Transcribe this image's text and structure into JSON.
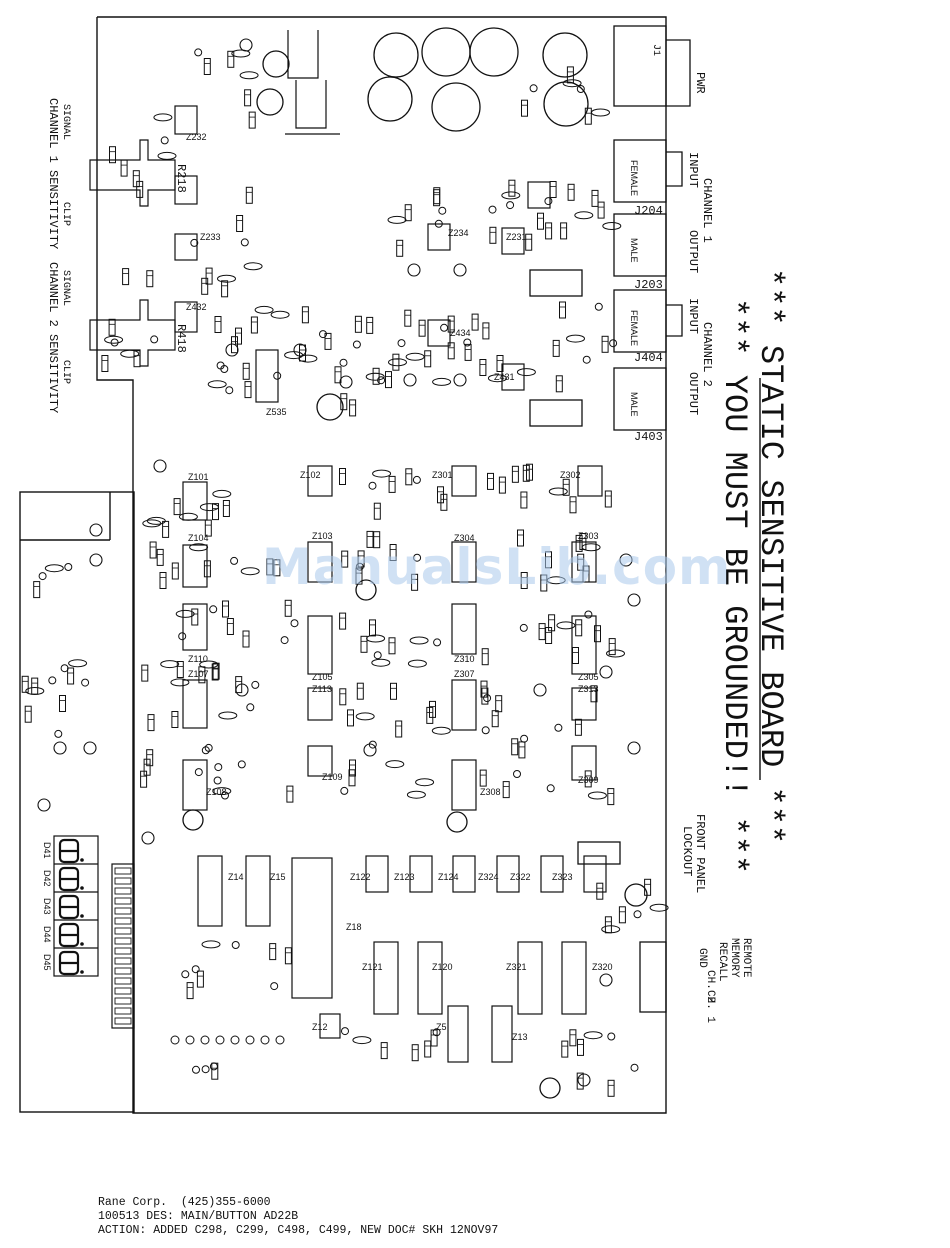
{
  "watermark": "ManualsLib.com",
  "banner": {
    "line1": "*** STATIC SENSITIVE BOARD ***",
    "line2": "*** YOU MUST BE GROUNDED!! ***"
  },
  "connectors": {
    "pwr": "PWR",
    "channel1": "CHANNEL 1",
    "channel2": "CHANNEL 2",
    "input": "INPUT",
    "output": "OUTPUT",
    "j204": "J204",
    "j203": "J203",
    "j404": "J404",
    "j403": "J403",
    "female": "FEMALE",
    "male": "MALE",
    "j1": "J1"
  },
  "side_labels": {
    "ch1_sensitivity": "CHANNEL 1 SENSITIVITY",
    "ch2_sensitivity": "CHANNEL 2 SENSITIVITY",
    "signal": "SIGNAL",
    "clip": "CLIP"
  },
  "right_labels": {
    "front_panel": "FRONT PANEL",
    "lockout": "LOCKOUT",
    "remote": "REMOTE",
    "memory": "MEMORY",
    "recall": "RECALL",
    "gnd": "GND",
    "ch2": "CH. 2",
    "ch1": "CH. 1"
  },
  "display_digits": [
    "D41",
    "D42",
    "D43",
    "D44",
    "D45"
  ],
  "chips": [
    "Z101",
    "Z104",
    "Z110",
    "Z107",
    "Z108",
    "Z102",
    "Z103",
    "Z105",
    "Z113",
    "Z109",
    "Z302",
    "Z301",
    "Z304",
    "Z310",
    "Z307",
    "Z308",
    "Z303",
    "Z305",
    "Z313",
    "Z309",
    "Z14",
    "Z15",
    "Z18",
    "Z122",
    "Z123",
    "Z124",
    "Z324",
    "Z322",
    "Z323",
    "Z121",
    "Z120",
    "Z321",
    "Z320",
    "Z5",
    "Z13",
    "Z12",
    "Z232",
    "Z233",
    "Z432",
    "Z535",
    "Z234",
    "Z231",
    "Z434",
    "Z431"
  ],
  "resistor_labels": [
    "R218",
    "R418"
  ],
  "footer": {
    "line1": "Rane Corp.  (425)355-6000",
    "line2": "100513 DES: MAIN/BUTTON AD22B",
    "line3": "ACTION: ADDED C298, C299, C498, C499, NEW DOC# SKH 12NOV97"
  }
}
